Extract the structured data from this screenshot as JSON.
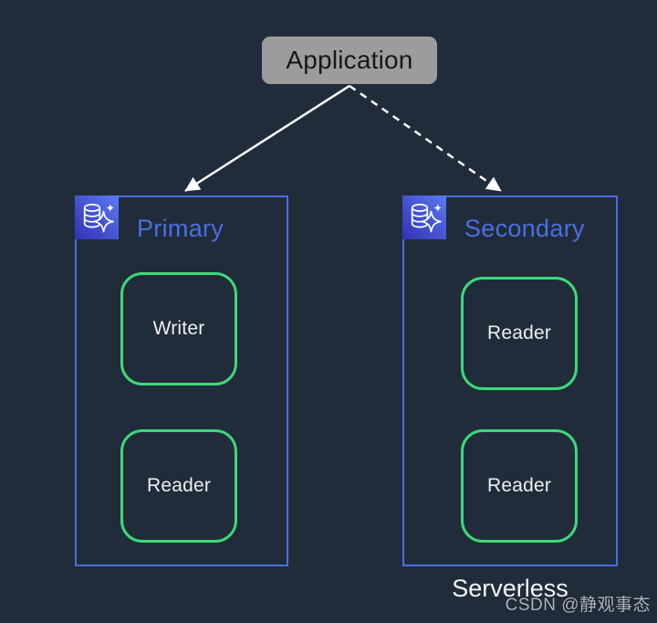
{
  "application": {
    "label": "Application"
  },
  "clusters": [
    {
      "name": "Primary",
      "icon": "aurora-database-sparkle-icon",
      "nodes": [
        {
          "label": "Writer"
        },
        {
          "label": "Reader"
        }
      ]
    },
    {
      "name": "Secondary",
      "icon": "aurora-database-sparkle-icon",
      "nodes": [
        {
          "label": "Reader"
        },
        {
          "label": "Reader"
        }
      ]
    }
  ],
  "connections": [
    {
      "from": "Application",
      "to": "Primary",
      "style": "solid-arrow"
    },
    {
      "from": "Application",
      "to": "Secondary",
      "style": "dashed-arrow"
    }
  ],
  "caption": "Serverless",
  "watermark": "CSDN @静观事态",
  "colors": {
    "background": "#212c3b",
    "cluster_border": "#4a6de0",
    "cluster_title": "#4a6fe0",
    "node_border": "#3ed978",
    "node_text": "#eceff1",
    "application_bg": "#9c9c9c",
    "application_text": "#171717",
    "arrow": "#ffffff",
    "badge_gradient_start": "#3231b4",
    "badge_gradient_end": "#5b7af2"
  }
}
